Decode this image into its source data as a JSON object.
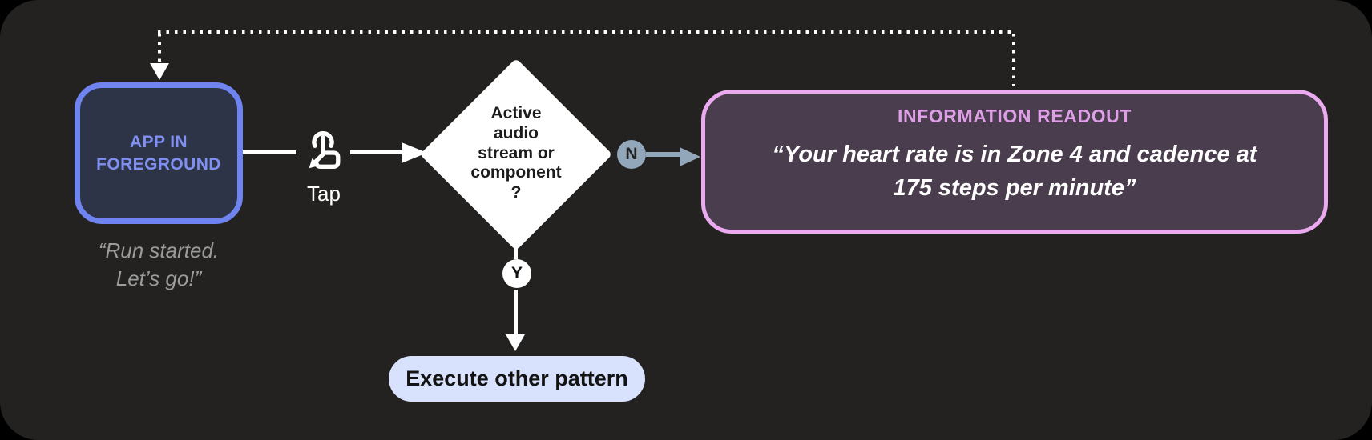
{
  "colors": {
    "page_bg": "#000000",
    "canvas_bg": "#232221",
    "app_box_fill": "#2d3447",
    "app_box_border": "#6f84f0",
    "app_box_text": "#8090f2",
    "caption_text": "#9b9b9b",
    "connector": "#ffffff",
    "diamond_fill": "#ffffff",
    "diamond_text": "#1c1c1c",
    "slate": "#93a7ba",
    "slate_letter": "#222222",
    "readout_fill": "#4a3d4d",
    "readout_border": "#eba9ef",
    "readout_title": "#de9fe7",
    "readout_text": "#ffffff",
    "pill_fill": "#d8e2fc",
    "pill_text": "#131313"
  },
  "app_box": {
    "label": "APP IN FOREGROUND",
    "caption_line1": "“Run started.",
    "caption_line2": "Let’s go!”"
  },
  "tap": {
    "label": "Tap"
  },
  "diamond": {
    "lines": [
      "Active",
      "audio",
      "stream or",
      "component",
      "?"
    ]
  },
  "branches": {
    "no_label": "N",
    "yes_label": "Y"
  },
  "readout": {
    "title": "INFORMATION READOUT",
    "quote_line1": "“Your heart rate is in Zone 4 and cadence at",
    "quote_line2": "175 steps per minute”"
  },
  "action_pill": {
    "label": "Execute other pattern"
  }
}
